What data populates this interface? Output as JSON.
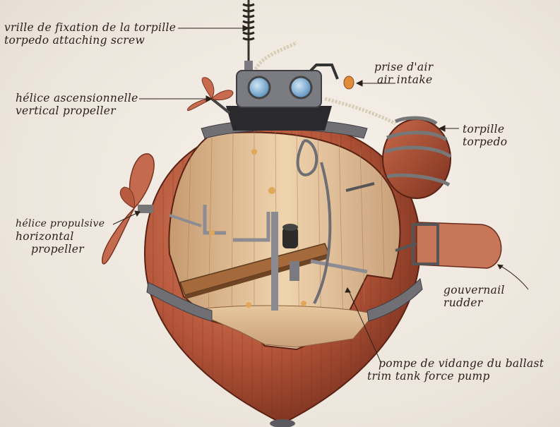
{
  "labels": {
    "torpedo_screw": {
      "fr": "vrille de fixation de la torpille",
      "en": "torpedo attaching screw"
    },
    "air_intake": {
      "fr": "prise d'air",
      "en": "air intake"
    },
    "vertical_propeller": {
      "fr": "hélice ascensionnelle",
      "en": "vertical propeller"
    },
    "torpedo": {
      "fr": "torpille",
      "en": "torpedo"
    },
    "horizontal_propeller": {
      "fr": "hélice propulsive",
      "en1": "horizontal",
      "en2": "propeller"
    },
    "rudder": {
      "fr": "gouvernail",
      "en": "rudder"
    },
    "trim_pump": {
      "fr": "pompe de vidange du ballast",
      "en": "trim tank force pump"
    }
  },
  "colors": {
    "hull_dark": "#8a3a24",
    "hull_mid": "#b5553a",
    "hull_light": "#d07a5a",
    "wood_interior": "#e8c9a0",
    "metal_band": "#6f6f74",
    "ink": "#2a211b",
    "porthole": "#7fb2d8"
  }
}
